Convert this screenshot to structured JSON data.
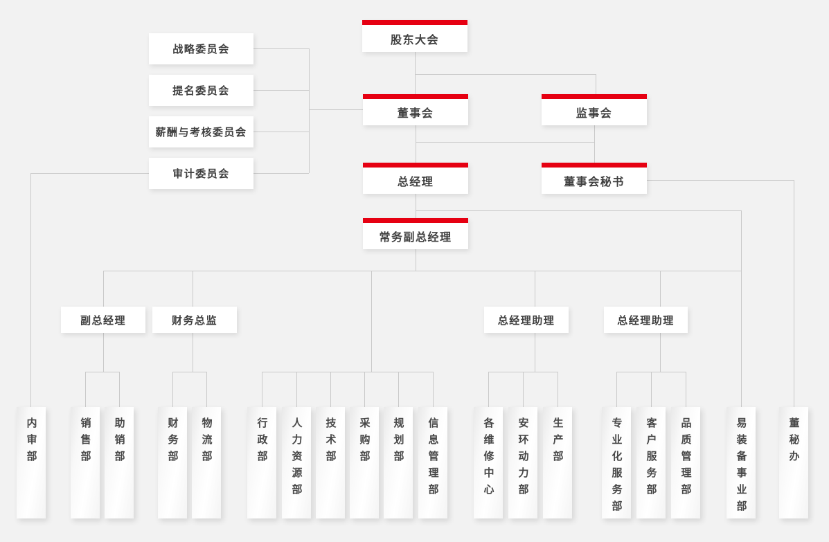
{
  "colors": {
    "accent_red": "#e60012",
    "background": "#f2f2f2",
    "connector_line": "#c9c9c9",
    "text": "#3f3f3f"
  },
  "nodes": {
    "shareholders": "股东大会",
    "board": "董事会",
    "supervisory_board": "监事会",
    "general_manager": "总经理",
    "board_secretary": "董事会秘书",
    "executive_deputy_gm": "常务副总经理",
    "committees": [
      {
        "label": "战略委员会"
      },
      {
        "label": "提名委员会"
      },
      {
        "label": "薪酬与考核委员会"
      },
      {
        "label": "审计委员会"
      }
    ],
    "managers": [
      {
        "label": "副总经理"
      },
      {
        "label": "财务总监"
      },
      {
        "label": "总经理助理"
      },
      {
        "label": "总经理助理"
      }
    ],
    "departments": [
      {
        "label": "内审部"
      },
      {
        "label": "销售部"
      },
      {
        "label": "助销部"
      },
      {
        "label": "财务部"
      },
      {
        "label": "物流部"
      },
      {
        "label": "行政部"
      },
      {
        "label": "人力资源部"
      },
      {
        "label": "技术部"
      },
      {
        "label": "采购部"
      },
      {
        "label": "规划部"
      },
      {
        "label": "信息管理部"
      },
      {
        "label": "各维修中心"
      },
      {
        "label": "安环动力部"
      },
      {
        "label": "生产部"
      },
      {
        "label": "专业化服务部"
      },
      {
        "label": "客户服务部"
      },
      {
        "label": "品质管理部"
      },
      {
        "label": "易装备事业部"
      },
      {
        "label": "董秘办"
      }
    ]
  }
}
